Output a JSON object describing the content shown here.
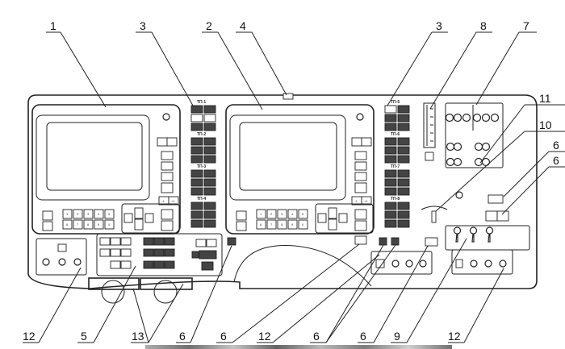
{
  "diagram": {
    "type": "control-panel-schematic",
    "style": "black-and-white line drawing",
    "callouts_top": [
      "1",
      "3",
      "2",
      "4",
      "3",
      "8",
      "7"
    ],
    "callouts_right": [
      "11",
      "10",
      "6",
      "6"
    ],
    "callouts_bottom": [
      "12",
      "5",
      "13",
      "6",
      "6",
      "12",
      "6",
      "6",
      "9",
      "12"
    ],
    "key_groups_left": [
      "ТП-1",
      "ТП-2",
      "ТП-3",
      "ТП-4"
    ],
    "key_groups_right": [
      "ТП-5",
      "ТП-6",
      "ТП-7",
      "ТП-8"
    ],
    "numeric_keys_left": [
      "1",
      "2",
      "3",
      "4",
      "5",
      "6",
      "7",
      "8",
      "9",
      "0"
    ],
    "numeric_keys_right": [
      "1",
      "2",
      "3",
      "4",
      "5",
      "6",
      "7",
      "8",
      "9",
      "0"
    ],
    "step_keys": [
      "-1",
      "+1"
    ]
  }
}
